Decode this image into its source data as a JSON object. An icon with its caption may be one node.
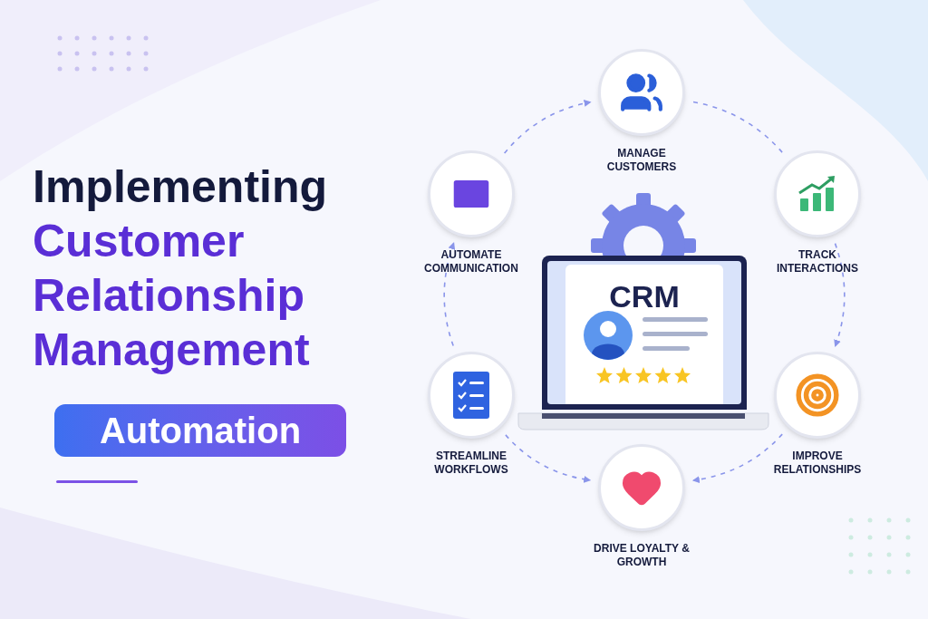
{
  "diagram": {
    "title": "Implementing",
    "nodes": [
      {
        "text": [
          "MANAGE CUSTOMERS"
        ]
      },
      {
        "text": [
          "TRACK INTERACTIONS"
        ]
      },
      {
        "text": [
          "IMPROVE RELATIONSHIPS"
        ]
      },
      {
        "text": [
          "DRIVE LOYALTY & GROWTH"
        ]
      },
      {
        "text": [
          "STREAMLINE WORKFLOWS"
        ]
      },
      {
        "text": [
          "AUTOMATE COMMUNICATION"
        ]
      }
    ],
    "edges": [
      {
        "from": 0,
        "to": 1,
        "arrow": "none",
        "style": "dashed"
      },
      {
        "from": 1,
        "to": 2,
        "arrow": "to",
        "style": "dashed"
      },
      {
        "from": 2,
        "to": 3,
        "arrow": "to",
        "style": "dashed"
      },
      {
        "from": 4,
        "to": 3,
        "arrow": "to",
        "style": "dashed"
      },
      {
        "from": 4,
        "to": 5,
        "arrow": "to",
        "style": "dashed"
      },
      {
        "from": 5,
        "to": 0,
        "arrow": "to",
        "style": "dashed"
      }
    ],
    "labels": [
      "Customer Relationship Management",
      "Automation",
      "CRM"
    ]
  }
}
